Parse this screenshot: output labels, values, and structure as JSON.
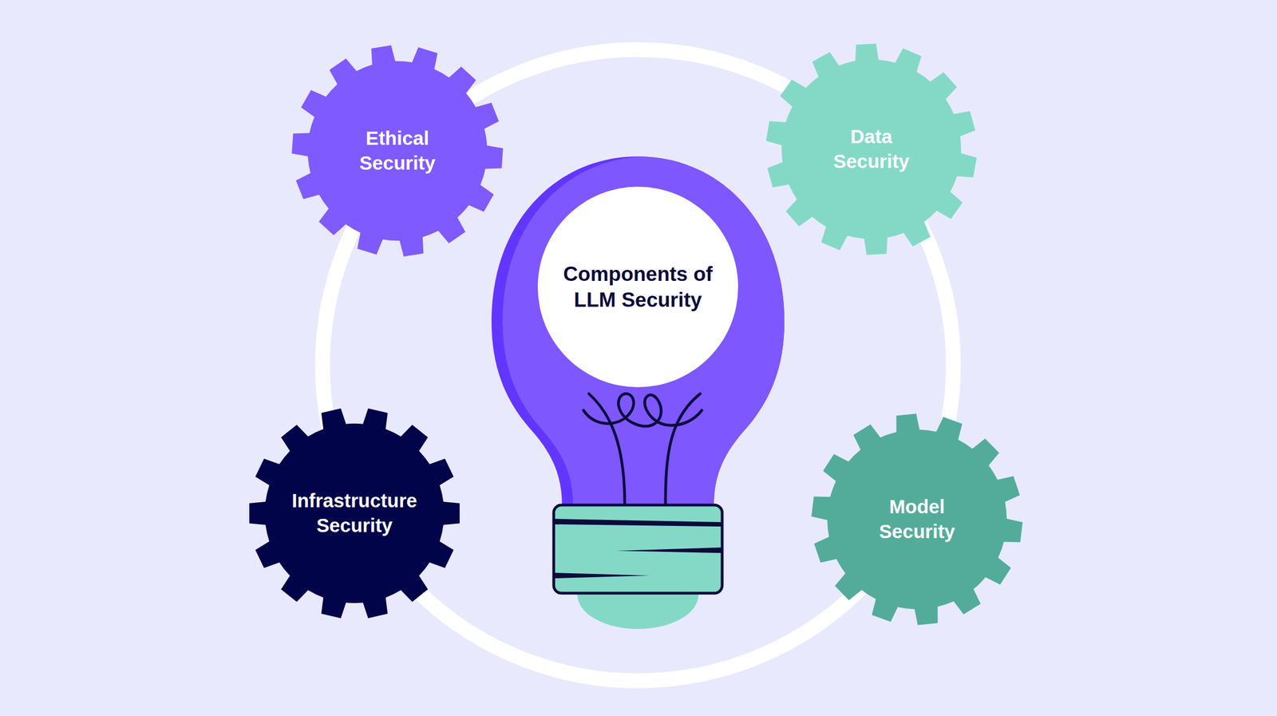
{
  "diagram": {
    "nodes": [
      {
        "text": [
          "Ethical Security"
        ]
      },
      {
        "text": [
          "Data Security"
        ]
      },
      {
        "text": [
          "Components of LLM Security"
        ]
      },
      {
        "text": [
          "Infrastructure Security"
        ]
      },
      {
        "text": [
          "Model Security"
        ]
      }
    ]
  }
}
